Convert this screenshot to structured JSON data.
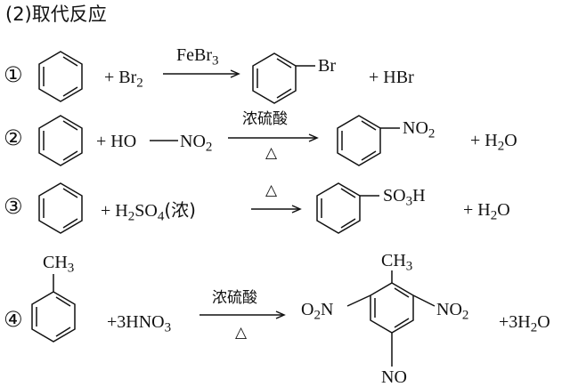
{
  "title": "(2)取代反应",
  "reactions": [
    {
      "num": "①",
      "reagent": "+ Br",
      "reagent_sub": "2",
      "catalyst": "FeBr",
      "catalyst_sub": "3",
      "substituent": "Br",
      "byproduct": "+ HBr"
    },
    {
      "num": "②",
      "reagent_a": "+ HO",
      "reagent_b": "NO",
      "reagent_sub": "2",
      "catalyst": "浓硫酸",
      "heat": "△",
      "substituent": "NO",
      "substituent_sub": "2",
      "byproduct": "+ H",
      "byproduct_sub": "2",
      "byproduct_tail": "O"
    },
    {
      "num": "③",
      "reagent": "+ H",
      "reagent_sub1": "2",
      "reagent_mid": "SO",
      "reagent_sub2": "4",
      "reagent_tail": "(浓)",
      "heat": "△",
      "substituent": "SO",
      "substituent_sub": "3",
      "substituent_tail": "H",
      "byproduct": "+ H",
      "byproduct_sub": "2",
      "byproduct_tail": "O"
    },
    {
      "num": "④",
      "methyl": "CH",
      "methyl_sub": "3",
      "reagent": "+3HNO",
      "reagent_sub": "3",
      "catalyst": "浓硫酸",
      "heat": "△",
      "product_methyl": "CH",
      "product_methyl_sub": "3",
      "left_group": "O",
      "left_group_sub": "2",
      "left_group_tail": "N",
      "right_group": "NO",
      "right_group_sub": "2",
      "bottom_group": "NO",
      "byproduct": "+3H",
      "byproduct_sub": "2",
      "byproduct_tail": "O"
    }
  ]
}
